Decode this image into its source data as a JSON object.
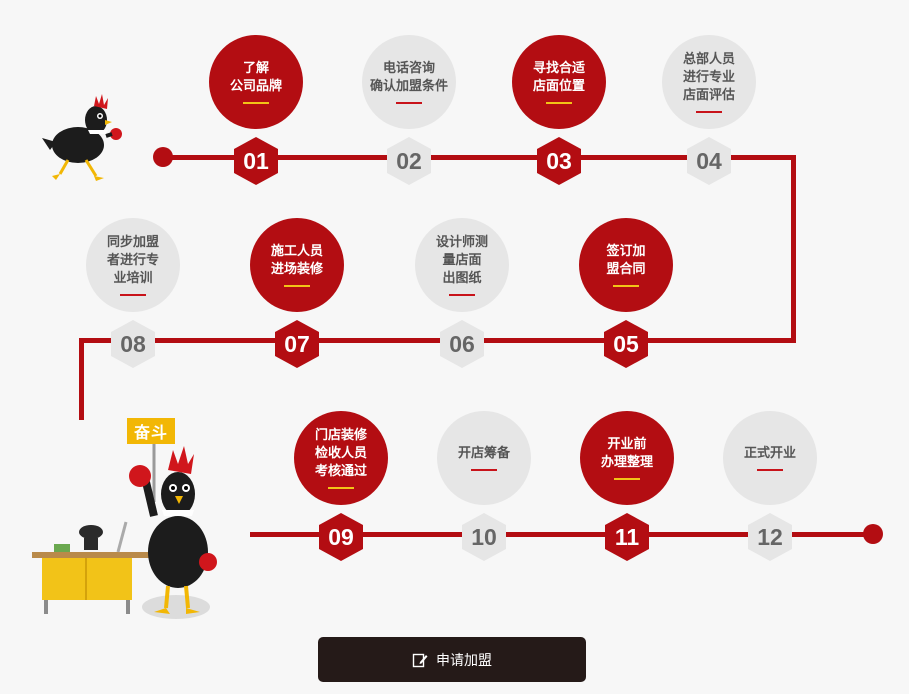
{
  "steps": [
    {
      "num": "01",
      "text": "了解\n公司品牌",
      "style": "red"
    },
    {
      "num": "02",
      "text": "电话咨询\n确认加盟条件",
      "style": "gray"
    },
    {
      "num": "03",
      "text": "寻找合适\n店面位置",
      "style": "red"
    },
    {
      "num": "04",
      "text": "总部人员\n进行专业\n店面评估",
      "style": "gray"
    },
    {
      "num": "05",
      "text": "签订加\n盟合同",
      "style": "red"
    },
    {
      "num": "06",
      "text": "设计师测\n量店面\n出图纸",
      "style": "gray"
    },
    {
      "num": "07",
      "text": "施工人员\n进场装修",
      "style": "red"
    },
    {
      "num": "08",
      "text": "同步加盟\n者进行专\n业培训",
      "style": "gray"
    },
    {
      "num": "09",
      "text": "门店装修\n检收人员\n考核通过",
      "style": "red"
    },
    {
      "num": "10",
      "text": "开店筹备",
      "style": "gray"
    },
    {
      "num": "11",
      "text": "开业前\n办理整理",
      "style": "red"
    },
    {
      "num": "12",
      "text": "正式开业",
      "style": "gray"
    }
  ],
  "flag_label": "奋斗",
  "apply_button": {
    "label": "申请加盟",
    "icon": "edit-icon"
  },
  "colors": {
    "accent": "#b30d12",
    "gray": "#e6e6e6",
    "underline_gold": "#f2c318",
    "button_bg": "#251a18",
    "flag": "#f2b705"
  }
}
